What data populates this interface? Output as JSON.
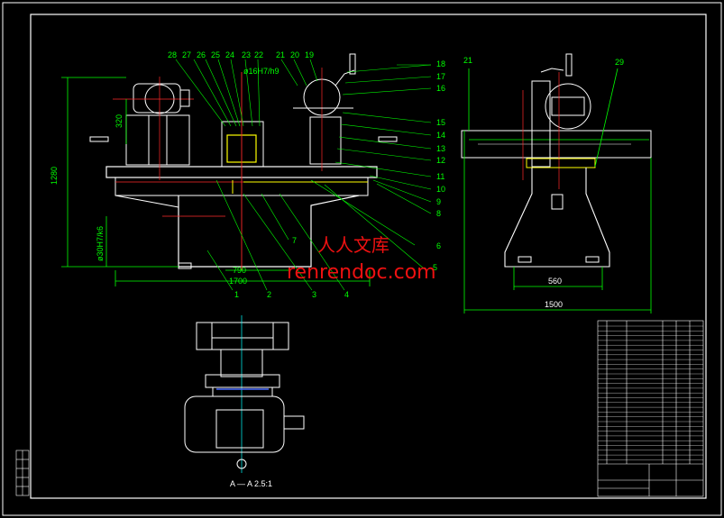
{
  "drawing": {
    "front_view": {
      "dims": {
        "height": "1280",
        "motor_height": "320",
        "shaft_fit": "ø30H7/k6",
        "top_fit": "ø16H7/h9",
        "width_790": "790",
        "width_1700": "1700"
      },
      "callouts_top": [
        "28",
        "27",
        "26",
        "25",
        "24",
        "23",
        "22",
        "21",
        "20",
        "19"
      ],
      "callouts_right": [
        "18",
        "17",
        "16",
        "15",
        "14",
        "13",
        "12",
        "11",
        "10",
        "9",
        "8"
      ],
      "callouts_bottom": [
        "1",
        "2",
        "3",
        "4",
        "5",
        "6",
        "7"
      ]
    },
    "side_view": {
      "dims": {
        "width_560": "560",
        "width_1500": "1500"
      },
      "callouts": [
        "21",
        "29"
      ]
    },
    "section_label": "A — A 2.5:1"
  },
  "watermark": {
    "cn": "人人文库",
    "url": "renrendoc.com"
  },
  "colors": {
    "frame": "#ffffff",
    "green": "#00ff00",
    "red": "#ff2a2a",
    "yellow": "#ffff00",
    "cyan": "#00ffff",
    "blue": "#4a6cff",
    "watermark": "#ee1111"
  }
}
